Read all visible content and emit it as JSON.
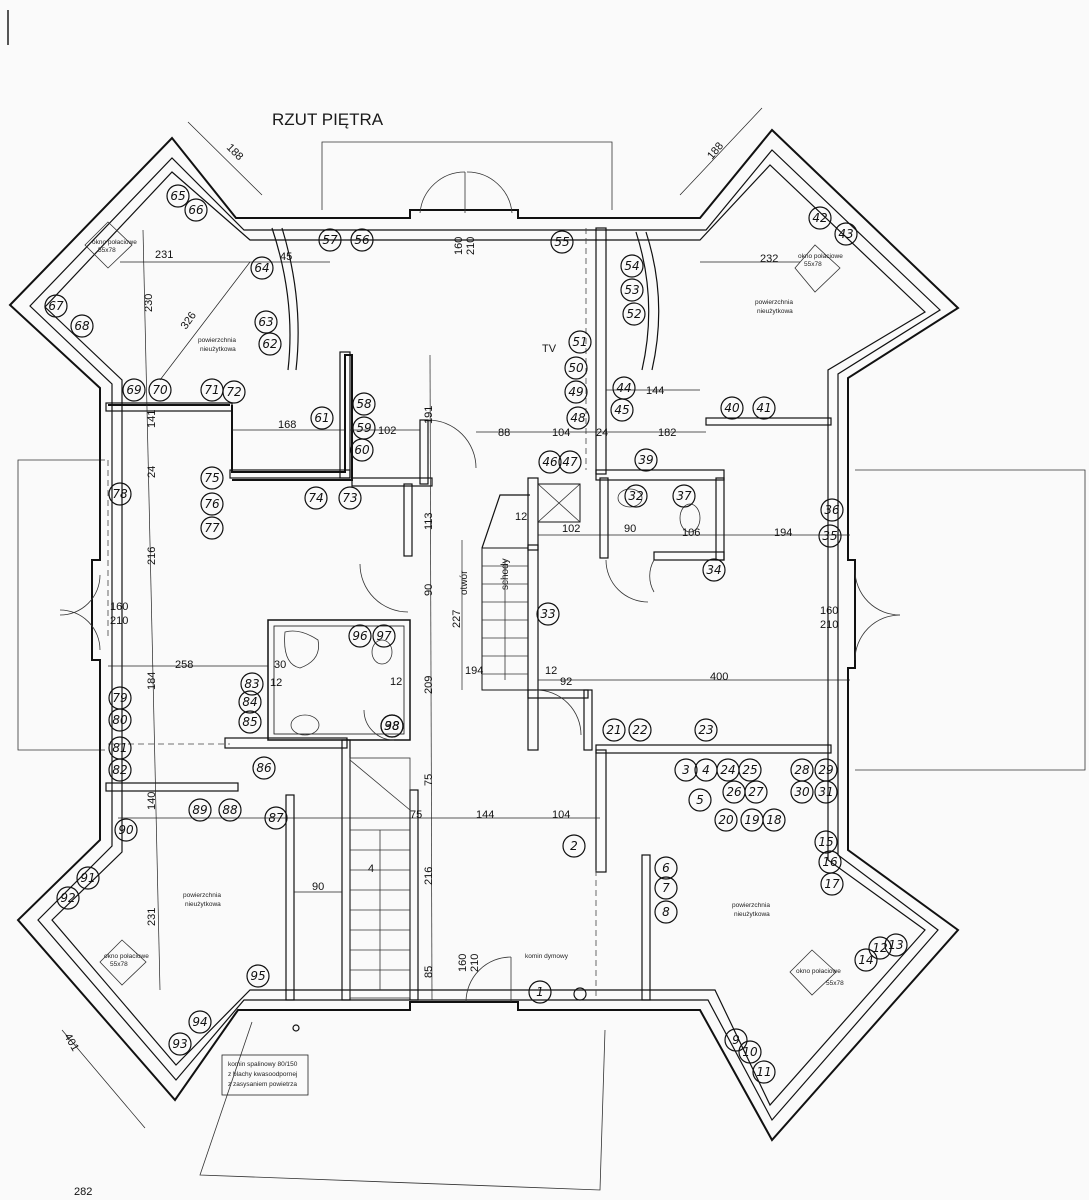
{
  "title": "RZUT PIĘTRA",
  "labels": {
    "powierzchnia": "powierzchnia",
    "nieuzytkowa": "nieużytkowa",
    "okno_line1": "okno połaciowe",
    "okno_line2": "55x78",
    "otwor": "otwór",
    "schody": "schody",
    "tv": "TV",
    "komin_dymowy": "komin dymowy",
    "komin_sp_1": "komin spalinowy 80/150",
    "komin_sp_2": "z blachy kwasoodpornej",
    "komin_sp_3": "z zasysaniem powietrza",
    "door_w": "160",
    "door_h": "210"
  },
  "dimensions": {
    "d188a": "188",
    "d188b": "188",
    "d231a": "231",
    "d230": "230",
    "d326": "326",
    "d45": "45",
    "d232": "232",
    "d141": "141",
    "d24": "24",
    "d216a": "216",
    "d168": "168",
    "d102": "102",
    "d191": "191",
    "d88": "88",
    "d104a": "104",
    "d182": "182",
    "d144a": "144",
    "d113": "113",
    "d12a": "12",
    "d102b": "102",
    "d90a": "90",
    "d106": "106",
    "d194a": "194",
    "d90b": "90",
    "d227": "227",
    "d258": "258",
    "d184": "184",
    "d30": "30",
    "d12b": "12",
    "d194b": "194",
    "d209": "209",
    "d92": "92",
    "d400": "400",
    "d140": "140",
    "d75a": "75",
    "d75b": "75",
    "d144b": "144",
    "d104b": "104",
    "d216b": "216",
    "d90c": "90",
    "d231b": "231",
    "d85": "85",
    "d401": "401",
    "d282": "282",
    "d4": "4",
    "d12c": "12",
    "d12d": "12",
    "d24b": "24"
  },
  "markers": [
    "1",
    "2",
    "3",
    "4",
    "5",
    "6",
    "7",
    "8",
    "9",
    "10",
    "11",
    "12",
    "13",
    "14",
    "15",
    "16",
    "17",
    "18",
    "19",
    "20",
    "21",
    "22",
    "23",
    "24",
    "25",
    "26",
    "27",
    "28",
    "29",
    "30",
    "31",
    "32",
    "33",
    "34",
    "35",
    "36",
    "37",
    "38",
    "39",
    "40",
    "41",
    "42",
    "43",
    "44",
    "45",
    "46",
    "47",
    "48",
    "49",
    "50",
    "51",
    "52",
    "53",
    "54",
    "55",
    "56",
    "57",
    "58",
    "59",
    "60",
    "61",
    "62",
    "63",
    "64",
    "65",
    "66",
    "67",
    "68",
    "69",
    "70",
    "71",
    "72",
    "73",
    "74",
    "75",
    "76",
    "77",
    "78",
    "79",
    "80",
    "81",
    "82",
    "83",
    "84",
    "85",
    "86",
    "87",
    "88",
    "89",
    "90",
    "91",
    "92",
    "93",
    "94",
    "95",
    "96",
    "97",
    "98"
  ]
}
